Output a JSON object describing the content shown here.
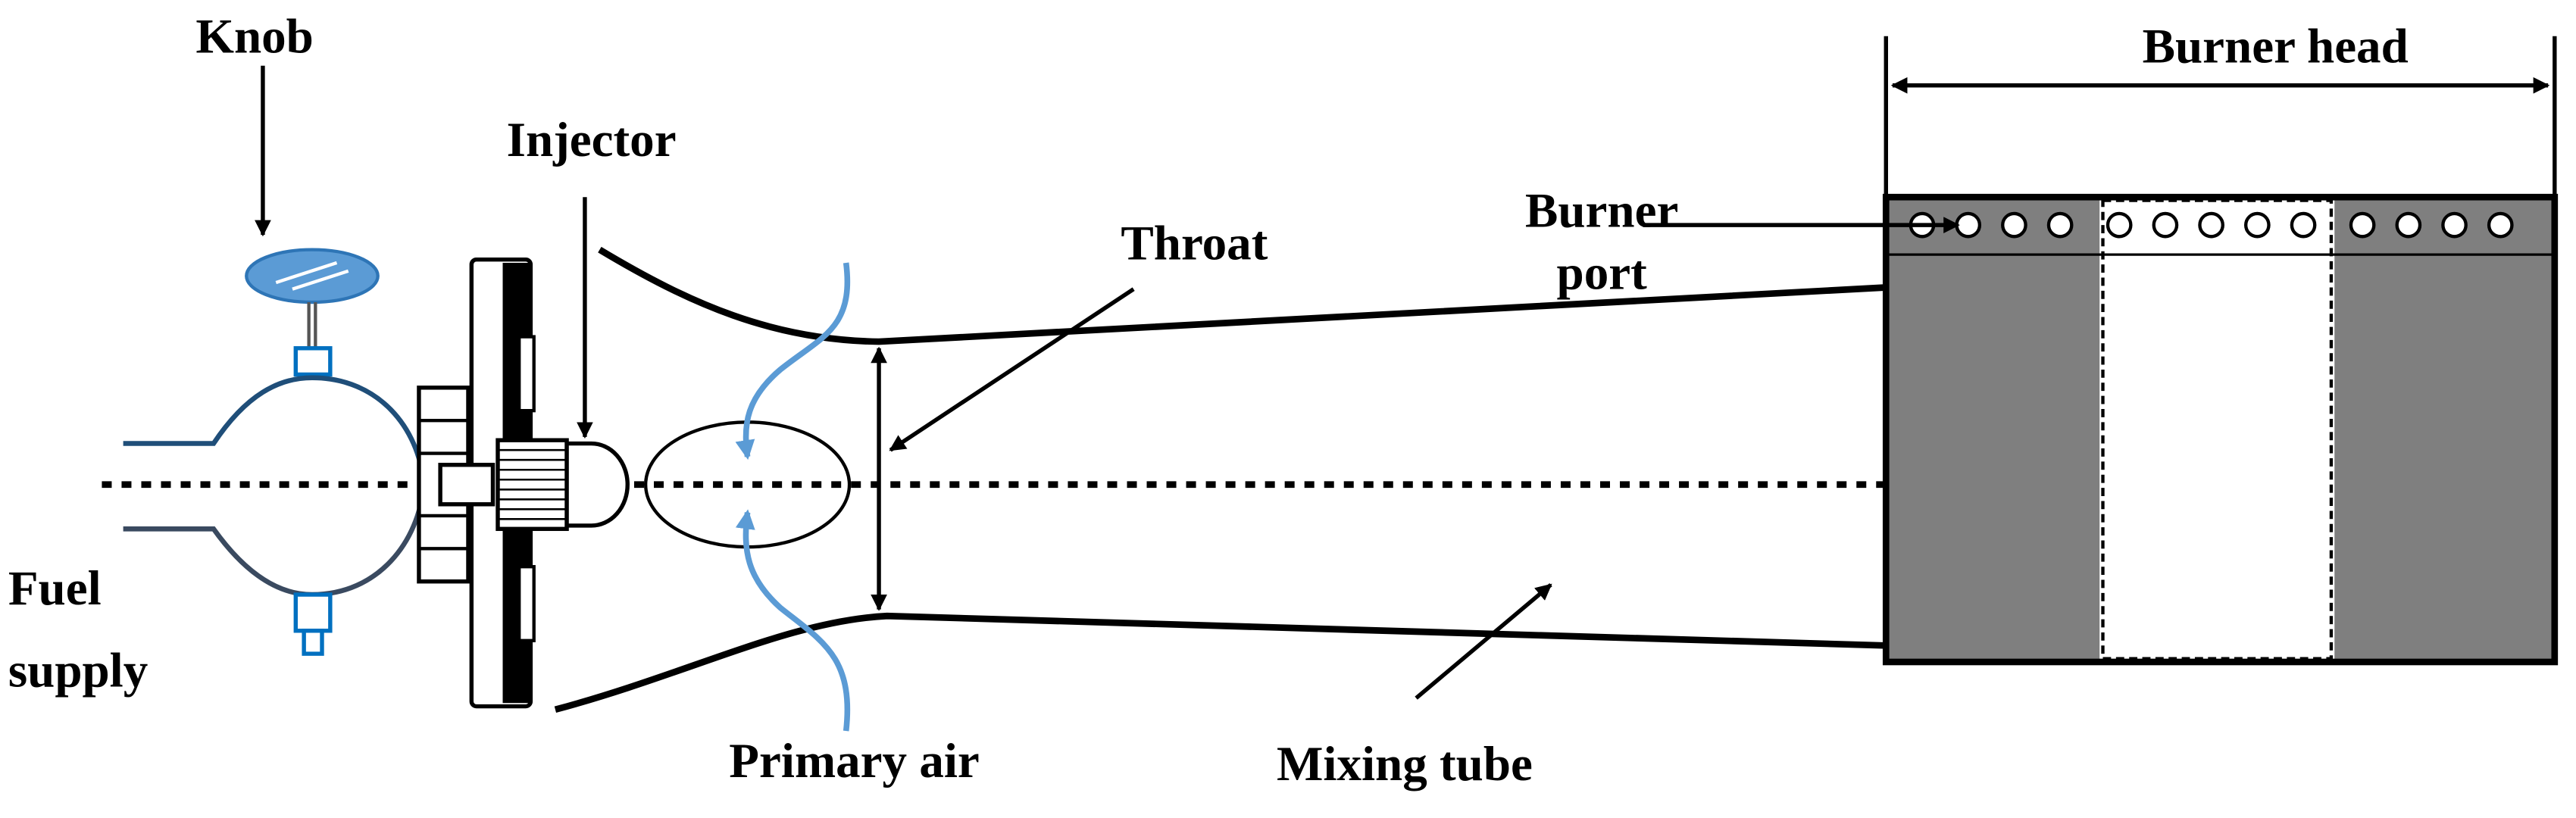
{
  "labels": {
    "knob": "Knob",
    "injector": "Injector",
    "throat": "Throat",
    "burner_head": "Burner head",
    "burner_port_line1": "Burner",
    "burner_port_line2": "port",
    "fuel_supply_line1": "Fuel",
    "fuel_supply_line2": "supply",
    "primary_air": "Primary air",
    "mixing_tube": "Mixing tube"
  },
  "colors": {
    "knob_blue": "#5b9bd5",
    "valve_blue": "#1f4e79",
    "fitting_blue": "#0070c0",
    "air_arrow": "#5b9bd5",
    "burner_gray": "#7f7f7f"
  }
}
